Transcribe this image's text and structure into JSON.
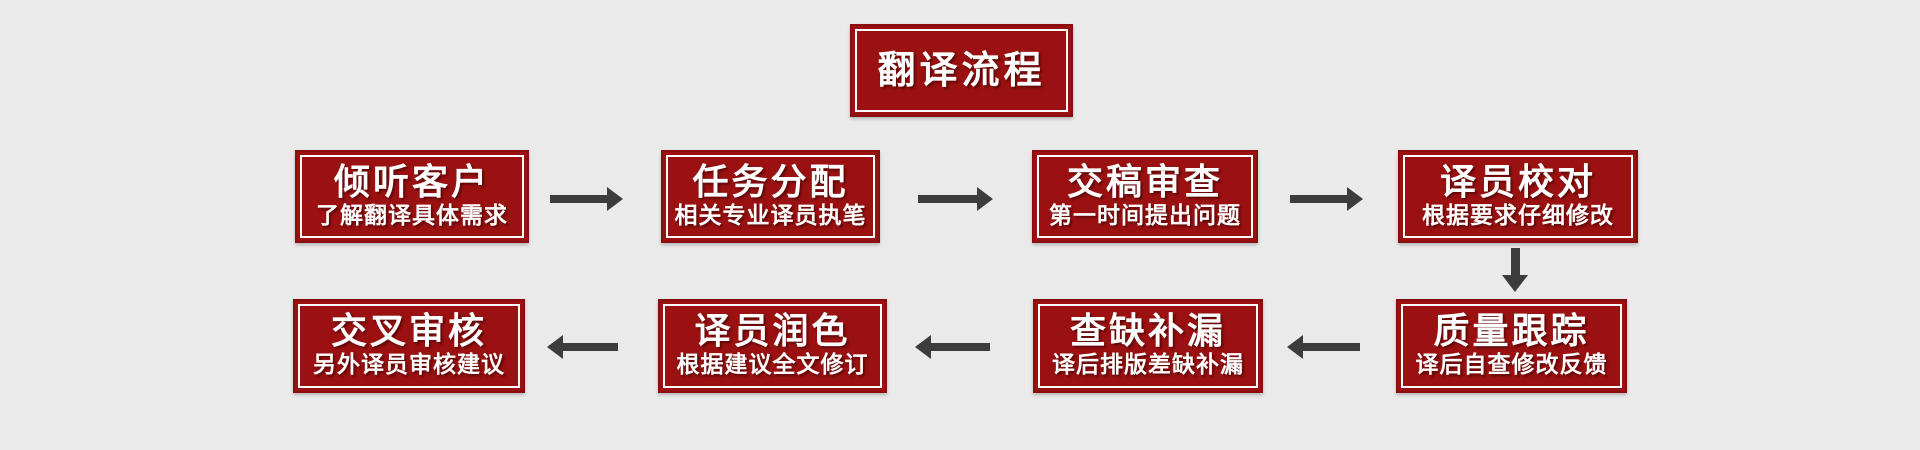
{
  "title": {
    "label": "翻译流程"
  },
  "flow_steps": [
    {
      "title": "倾听客户",
      "subtitle": "了解翻译具体需求"
    },
    {
      "title": "任务分配",
      "subtitle": "相关专业译员执笔"
    },
    {
      "title": "交稿审查",
      "subtitle": "第一时间提出问题"
    },
    {
      "title": "译员校对",
      "subtitle": "根据要求仔细修改"
    },
    {
      "title": "质量跟踪",
      "subtitle": "译后自查修改反馈"
    },
    {
      "title": "查缺补漏",
      "subtitle": "译后排版差缺补漏"
    },
    {
      "title": "译员润色",
      "subtitle": "根据建议全文修订"
    },
    {
      "title": "交叉审核",
      "subtitle": "另外译员审核建议"
    }
  ],
  "colors": {
    "background": "#EAEAEA",
    "box_fill": "#9B1111",
    "box_border": "#8A0E0E",
    "inner_border": "#FFFFFF",
    "text": "#FFFFFF",
    "arrow": "#3C3C3C"
  }
}
